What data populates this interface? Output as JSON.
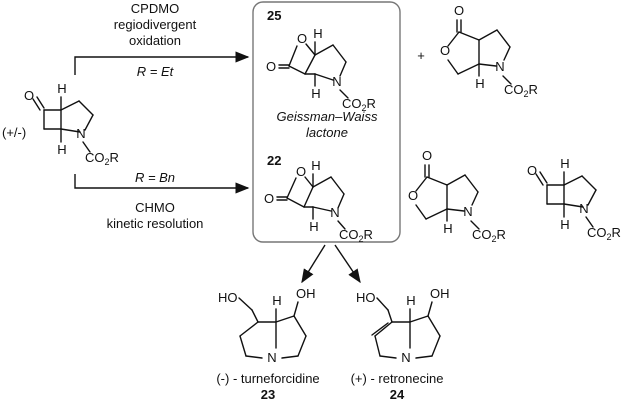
{
  "conditions": {
    "top": {
      "line1": "CPDMO",
      "line2": "regiodivergent",
      "line3": "oxidation",
      "reagent": "R = Et"
    },
    "bottom": {
      "reagent": "R = Bn",
      "line1": "CHMO",
      "line2": "kinetic resolution"
    }
  },
  "compounds": {
    "racemic": "(+/-)",
    "c25": "25",
    "c22": "22",
    "gw_line1": "Geissman–Waiss",
    "gw_line2": "lactone",
    "c23": "23",
    "c24": "24",
    "turneforcidine": "(-) - turneforcidine",
    "retronecine": "(+) - retronecine"
  },
  "atoms": {
    "O": "O",
    "N": "N",
    "H": "H",
    "OH": "OH",
    "HO": "HO",
    "co2r": "CO",
    "sub2": "2",
    "R": "R",
    "plus": "+"
  }
}
